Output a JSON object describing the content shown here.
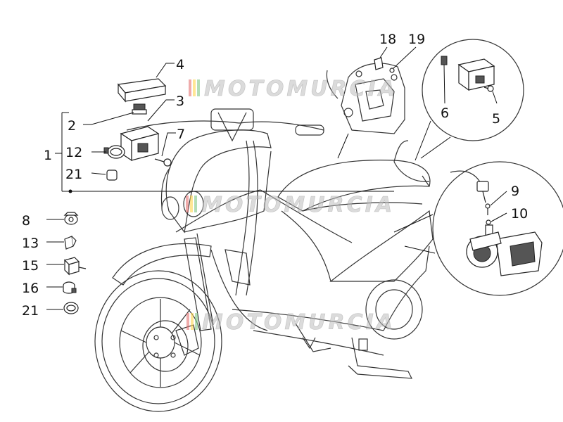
{
  "watermark": "MOTOMURCIA",
  "labels": {
    "p1": "1",
    "p2": "2",
    "p3": "3",
    "p4": "4",
    "p5": "5",
    "p6": "6",
    "p7": "7",
    "p8": "8",
    "p9": "9",
    "p10": "10",
    "p12": "12",
    "p13": "13",
    "p15": "15",
    "p16": "16",
    "p18": "18",
    "p19": "19",
    "p21a": "21",
    "p21b": "21"
  }
}
